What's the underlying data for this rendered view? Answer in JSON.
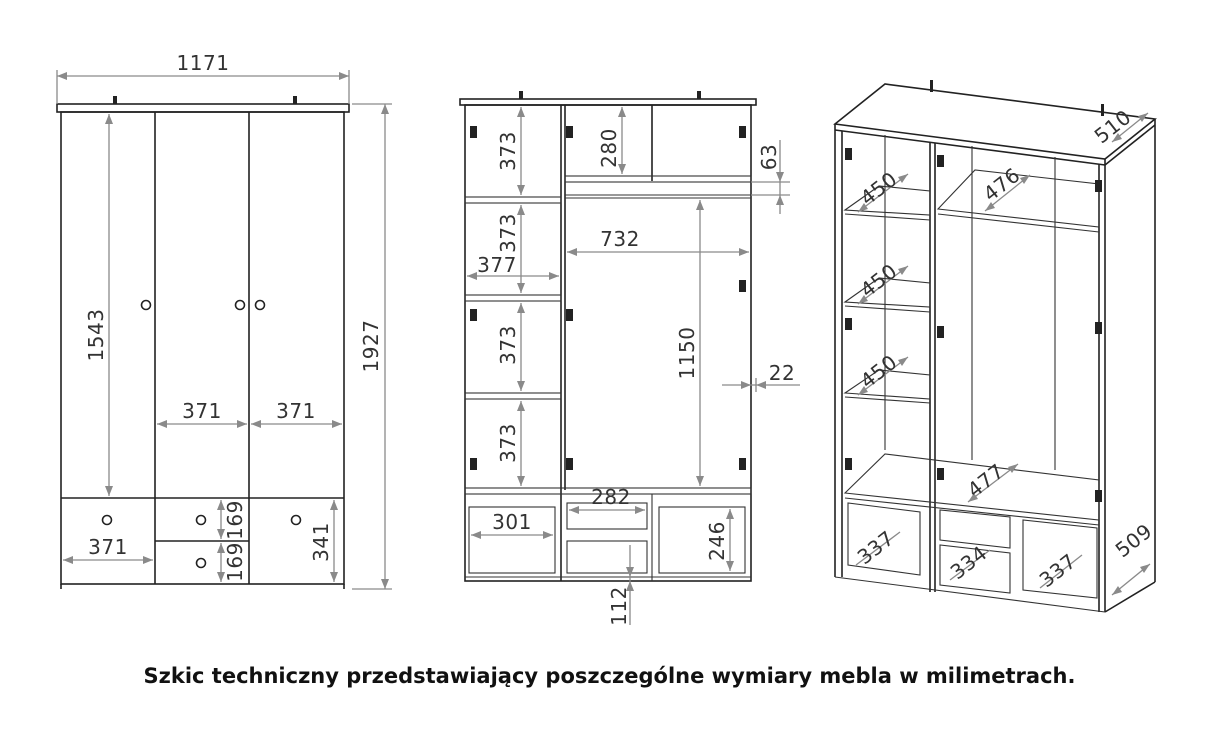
{
  "caption": "Szkic techniczny przedstawiający poszczególne wymiary mebla w milimetrach.",
  "front_view": {
    "total_width": "1171",
    "total_height": "1927",
    "door_height": "1543",
    "door_width_mid": "371",
    "door_width_right": "371",
    "left_drawer_width": "371",
    "small_drawer_top": "169",
    "small_drawer_bottom": "169",
    "right_drawer_height": "341"
  },
  "interior_view": {
    "shelf_1": "373",
    "shelf_2": "373",
    "shelf_3": "373",
    "shelf_4": "373",
    "shelf_width": "377",
    "top_compartment": "280",
    "rail_gap": "63",
    "hanging_width": "732",
    "hanging_height": "1150",
    "side_thickness": "22",
    "drawer_left_width": "301",
    "drawer_mid_width": "282",
    "drawer_right_height": "246",
    "plinth": "112"
  },
  "perspective_view": {
    "depth_top": "510",
    "shelf_depth_1": "450",
    "shelf_depth_2": "450",
    "shelf_depth_3": "450",
    "top_shelf_depth": "476",
    "bottom_shelf_depth": "477",
    "drawer_left_depth": "337",
    "drawer_mid_depth": "334",
    "drawer_right_depth": "337",
    "bottom_depth": "509"
  }
}
